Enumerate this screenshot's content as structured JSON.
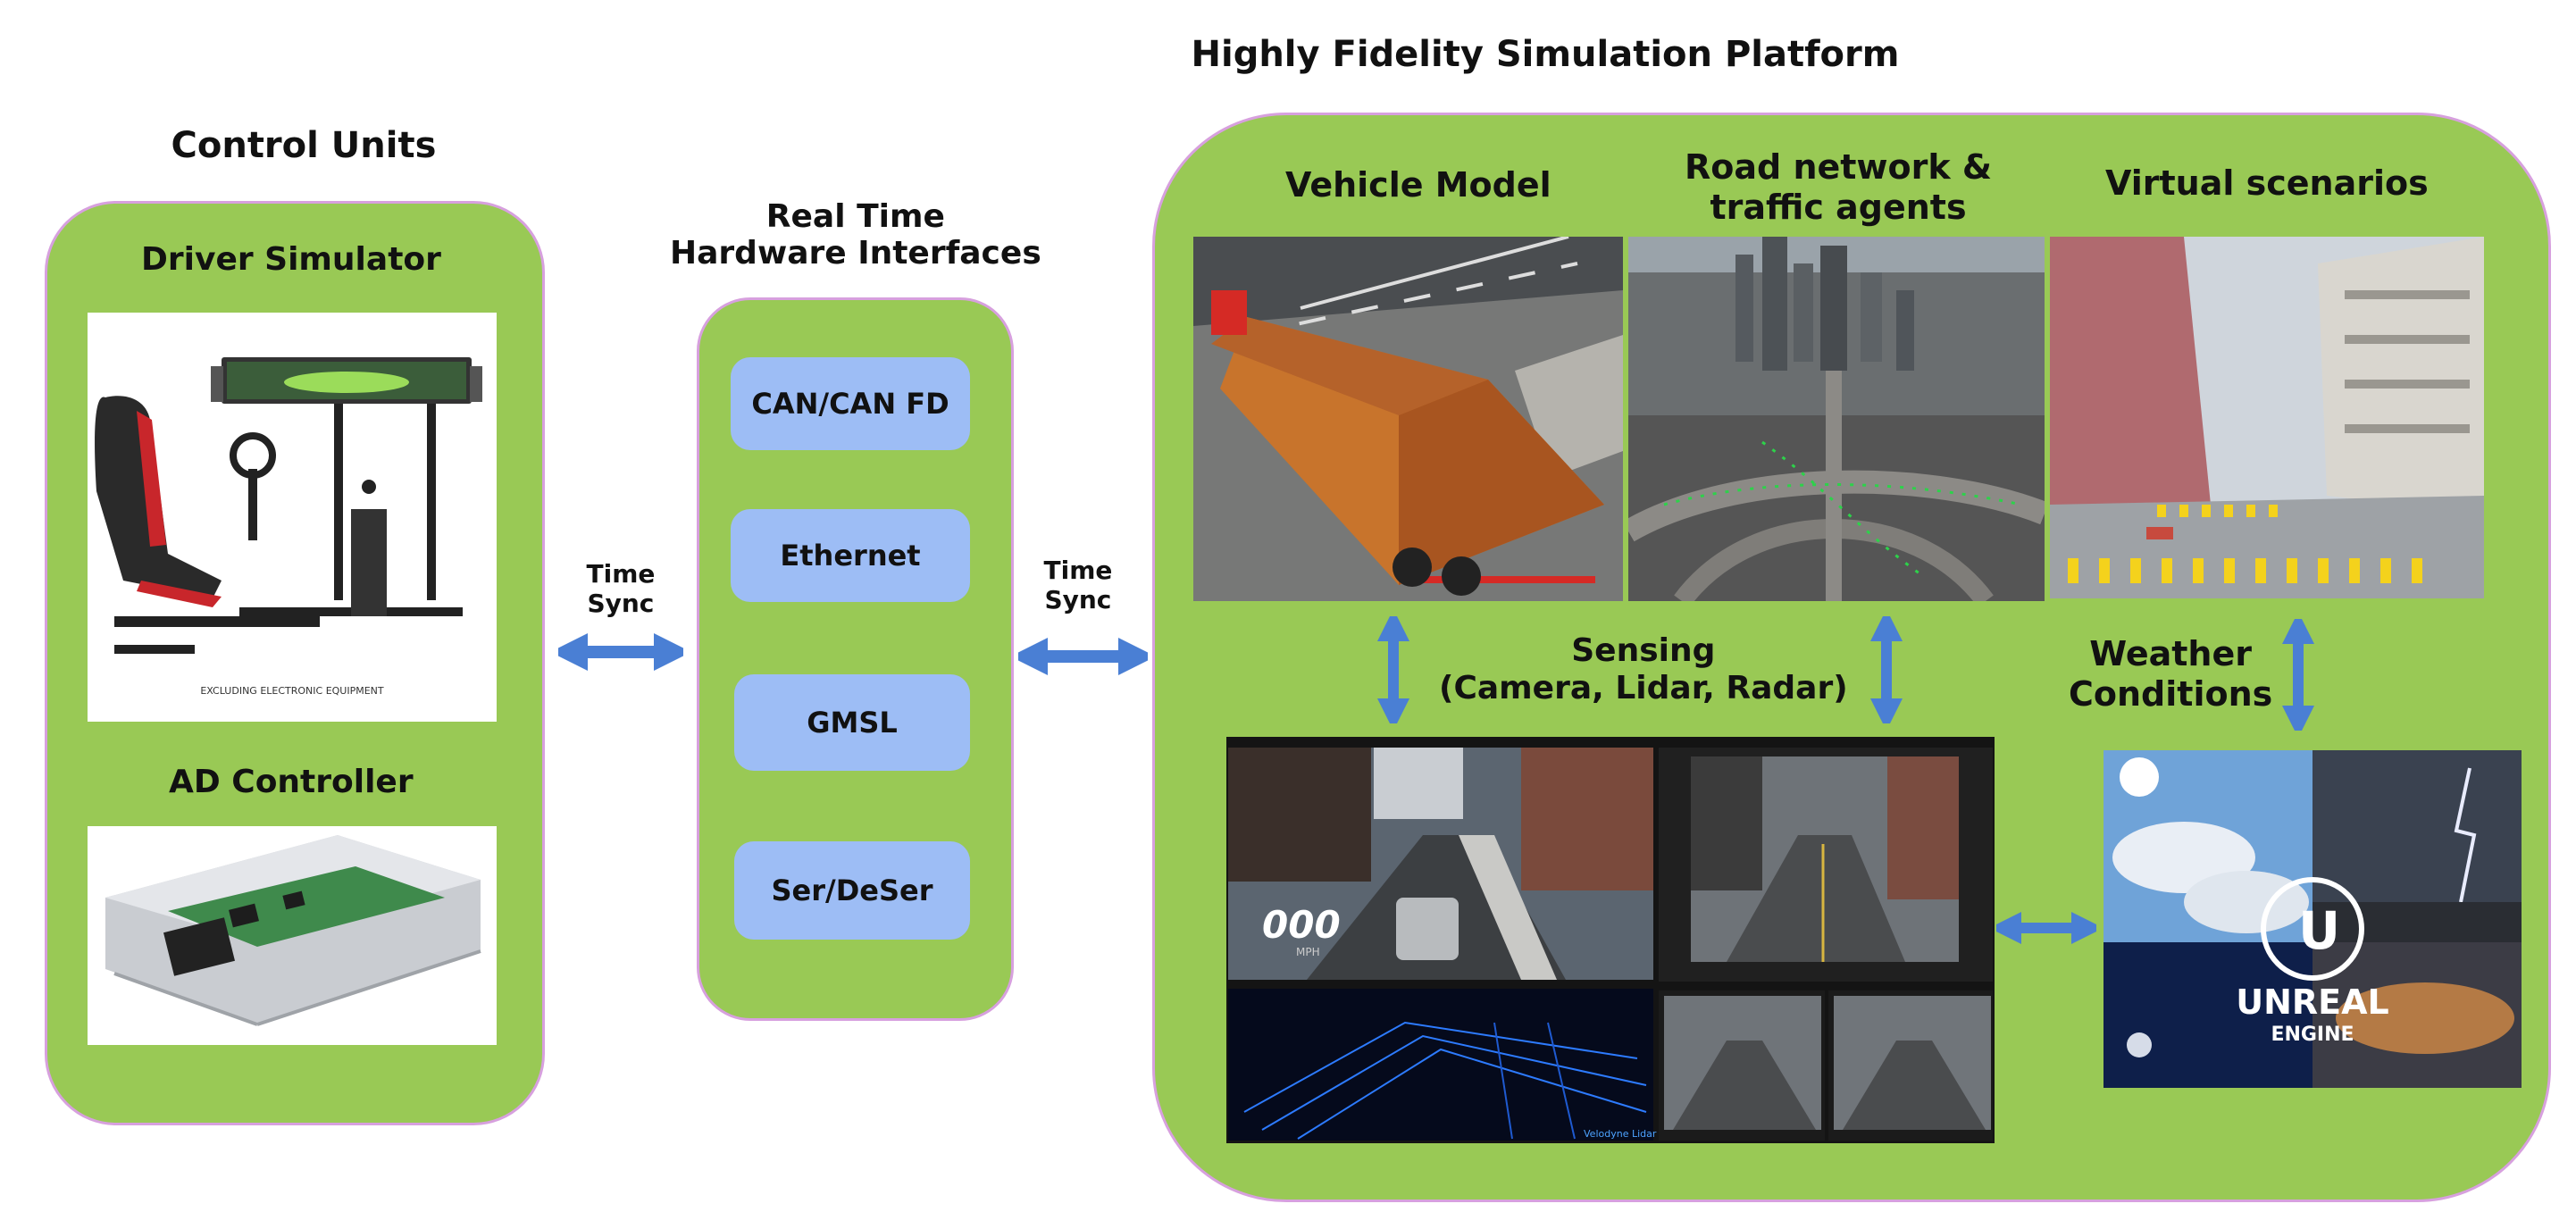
{
  "titles": {
    "platform": "Highly Fidelity Simulation Platform",
    "control_units": "Control Units",
    "hw_interfaces_line1": "Real Time",
    "hw_interfaces_line2": "Hardware Interfaces"
  },
  "control_units": {
    "driver_simulator": "Driver Simulator",
    "ad_controller": "AD Controller",
    "driver_caption": "EXCLUDING ELECTRONIC EQUIPMENT"
  },
  "interfaces": [
    "CAN/CAN FD",
    "Ethernet",
    "GMSL",
    "Ser/DeSer"
  ],
  "time_sync": {
    "line1": "Time",
    "line2": "Sync"
  },
  "platform": {
    "vehicle_model": "Vehicle Model",
    "road_line1": "Road network &",
    "road_line2": "traffic agents",
    "virtual_scenarios": "Virtual scenarios",
    "sensing_line1": "Sensing",
    "sensing_line2": "(Camera, Lidar, Radar)",
    "weather_line1": "Weather",
    "weather_line2": "Conditions",
    "speed_readout": "000",
    "speed_unit": "MPH",
    "lidar_brand": "Velodyne Lidar",
    "unreal_line1": "UNREAL",
    "unreal_line2": "ENGINE"
  },
  "colors": {
    "panel_green": "#99c955",
    "panel_border": "#d7a0de",
    "pill_blue": "#9dbdf5",
    "arrow_blue": "#4a7fd4"
  }
}
